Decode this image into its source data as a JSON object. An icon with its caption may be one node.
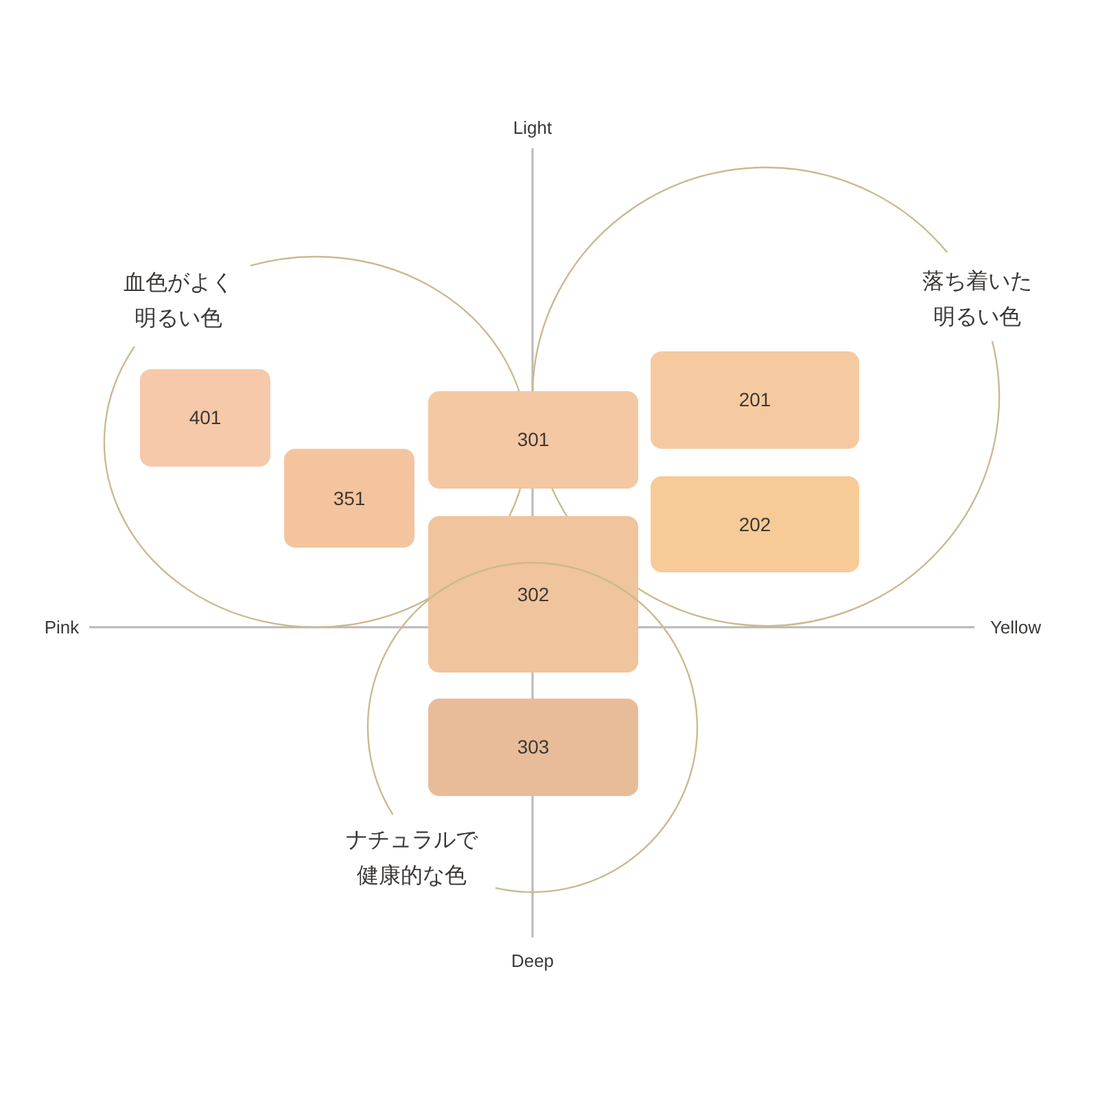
{
  "diagram": {
    "nodes": [
      {
        "text": [
          "血色がよく明るい色"
        ]
      },
      {
        "text": [
          "401"
        ],
        "in": 0
      },
      {
        "text": [
          "351"
        ],
        "in": 0
      },
      {
        "text": [
          "落ち着いた明るい色"
        ]
      },
      {
        "text": [
          "201"
        ],
        "in": 3
      },
      {
        "text": [
          "202"
        ],
        "in": 3
      },
      {
        "text": [
          "301"
        ]
      },
      {
        "text": [
          "302"
        ]
      },
      {
        "text": [
          "ナチュラルで健康的な色"
        ]
      },
      {
        "text": [
          "303"
        ],
        "in": 8
      }
    ],
    "labels": [
      "Light",
      "Pink",
      "Yellow",
      "Deep"
    ]
  }
}
